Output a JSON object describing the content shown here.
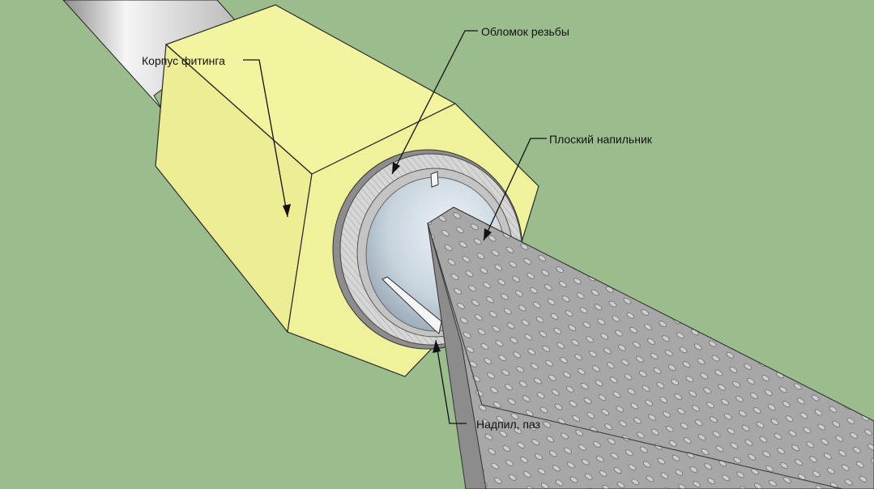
{
  "labels": {
    "fitting_body": "Корпус фитинга",
    "thread_fragment": "Обломок резьбы",
    "flat_file": "Плоский напильник",
    "notch_slot": "Надпил, паз"
  },
  "colors": {
    "background": "#9bbd8e",
    "fitting_body": "#f1f29a",
    "fitting_body_shade": "#e9ea8e",
    "pipe": "#d9d9d9",
    "thread_ring": "#cfcfcf",
    "bore": "#c7d3dc",
    "file": "#a9a9a9",
    "leader_lines": "#111111"
  }
}
